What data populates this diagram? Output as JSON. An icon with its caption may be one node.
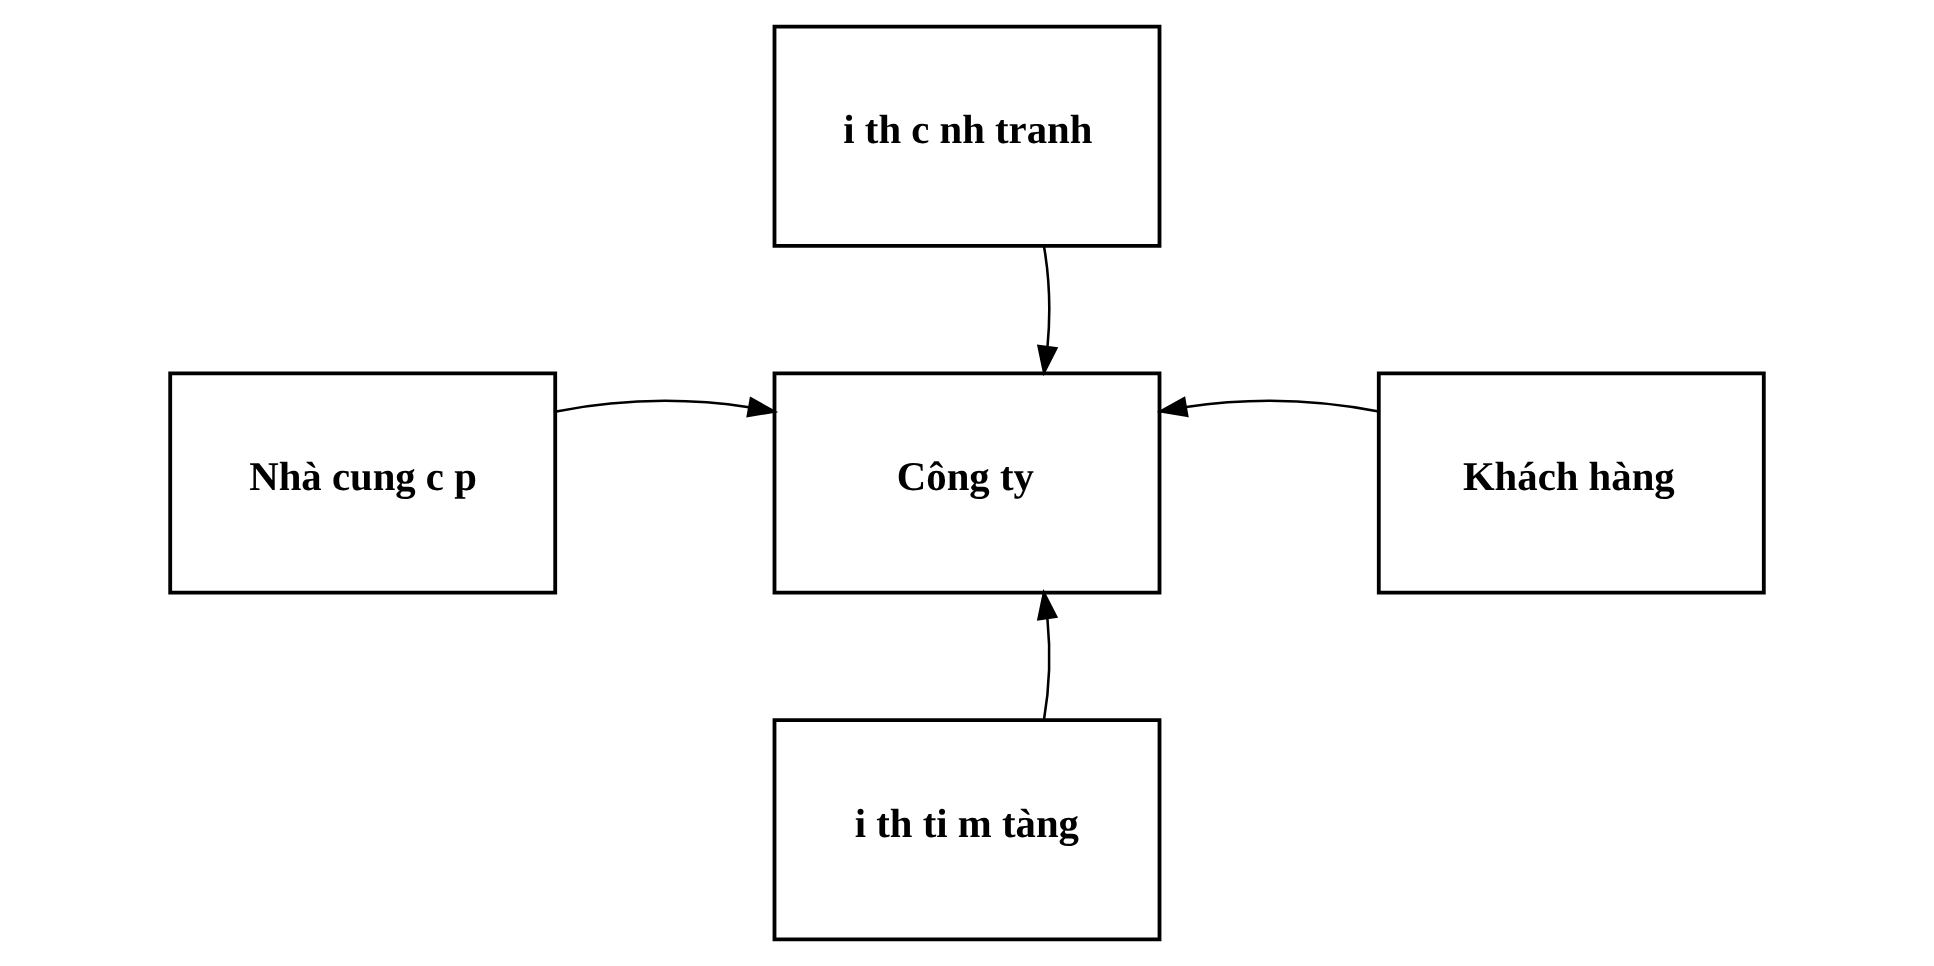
{
  "diagram": {
    "nodes": [
      {
        "text": [
          "i th c nh tranh"
        ]
      },
      {
        "text": [
          "Nhà cung c p"
        ]
      },
      {
        "text": [
          "Công ty"
        ]
      },
      {
        "text": [
          "Khách hàng"
        ]
      },
      {
        "text": [
          "i th ti m tàng"
        ]
      }
    ],
    "edges": [
      {
        "from": 0,
        "to": 2,
        "arrow": "to"
      },
      {
        "from": 1,
        "to": 2,
        "arrow": "to"
      },
      {
        "from": 3,
        "to": 2,
        "arrow": "to"
      },
      {
        "from": 4,
        "to": 2,
        "arrow": "to"
      }
    ]
  }
}
